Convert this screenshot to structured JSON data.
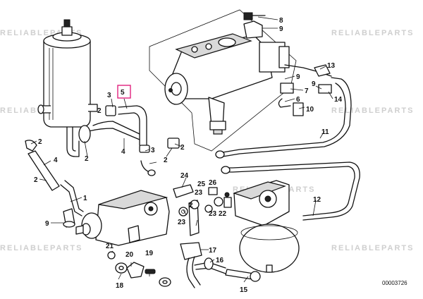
{
  "diagram": {
    "reference_number": "00003726",
    "highlighted_callout": "5",
    "watermark": "RELIABLEPARTS",
    "callouts": [
      "1",
      "2",
      "3",
      "4",
      "5",
      "6",
      "7",
      "8",
      "9",
      "10",
      "11",
      "12",
      "13",
      "14",
      "15",
      "16",
      "17",
      "18",
      "19",
      "20",
      "21",
      "22",
      "23",
      "24",
      "25",
      "26"
    ]
  }
}
